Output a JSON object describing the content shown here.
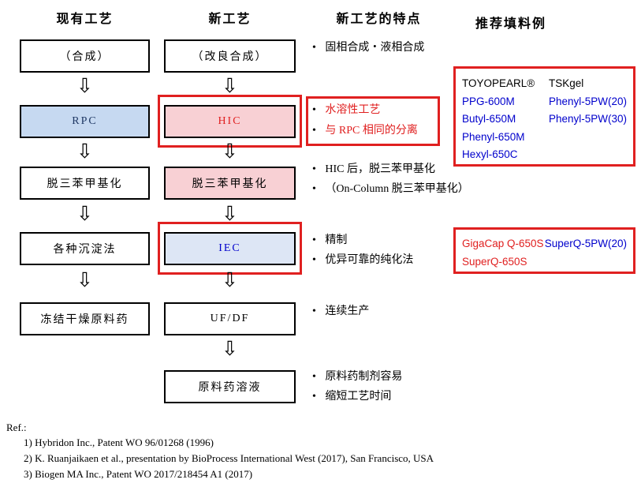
{
  "columns": {
    "existing_title": "现有工艺",
    "new_title": "新工艺",
    "features_title": "新工艺的特点",
    "fillers_title": "推荐填料例"
  },
  "existing": {
    "steps": [
      "（合成）",
      "RPC",
      "脱三苯甲基化",
      "各种沉淀法",
      "冻结干燥原料药"
    ]
  },
  "new": {
    "steps": [
      "（改良合成）",
      "HIC",
      "脱三苯甲基化",
      "IEC",
      "UF/DF",
      "原料药溶液"
    ]
  },
  "features": [
    {
      "lines": [
        "固相合成・液相合成"
      ]
    },
    {
      "lines": [
        "水溶性工艺",
        "与 RPC 相同的分离"
      ],
      "emphasis": "red-boxed"
    },
    {
      "lines": [
        "HIC 后，脱三苯甲基化",
        "（On-Column 脱三苯甲基化）"
      ]
    },
    {
      "lines": [
        "精制",
        "优异可靠的纯化法"
      ]
    },
    {
      "lines": [
        "连续生产"
      ]
    },
    {
      "lines": [
        "原料药制剂容易",
        "缩短工艺时间"
      ]
    }
  ],
  "media_hic": {
    "brand_a": "TOYOPEARL®",
    "brand_b": "TSKgel",
    "items_a": [
      "PPG-600M",
      "Butyl-650M",
      "Phenyl-650M",
      "Hexyl-650C"
    ],
    "items_b": [
      "Phenyl-5PW(20)",
      "Phenyl-5PW(30)"
    ]
  },
  "media_iec": {
    "items_a": [
      "GigaCap Q-650S",
      "SuperQ-650S"
    ],
    "items_b": [
      "SuperQ-5PW(20)"
    ]
  },
  "refs": {
    "label": "Ref.:",
    "items": [
      "1) Hybridon Inc., Patent WO 96/01268 (1996)",
      "2) K. Ruanjaikaen et al., presentation by BioProcess International West (2017), San Francisco, USA",
      "3) Biogen MA Inc., Patent WO 2017/218454 A1 (2017)"
    ]
  },
  "icons": {
    "down_arrow": "⇩"
  },
  "colors": {
    "accent_red": "#e02020",
    "product_blue": "#0000cc",
    "product_red": "#e02020",
    "rpc_fill": "#c6d9f1",
    "rpc_text": "#1f3864",
    "pink_fill": "#f8d0d4",
    "hic_text": "#e02020",
    "iec_fill": "#dde6f5",
    "iec_text": "#0000cc"
  }
}
